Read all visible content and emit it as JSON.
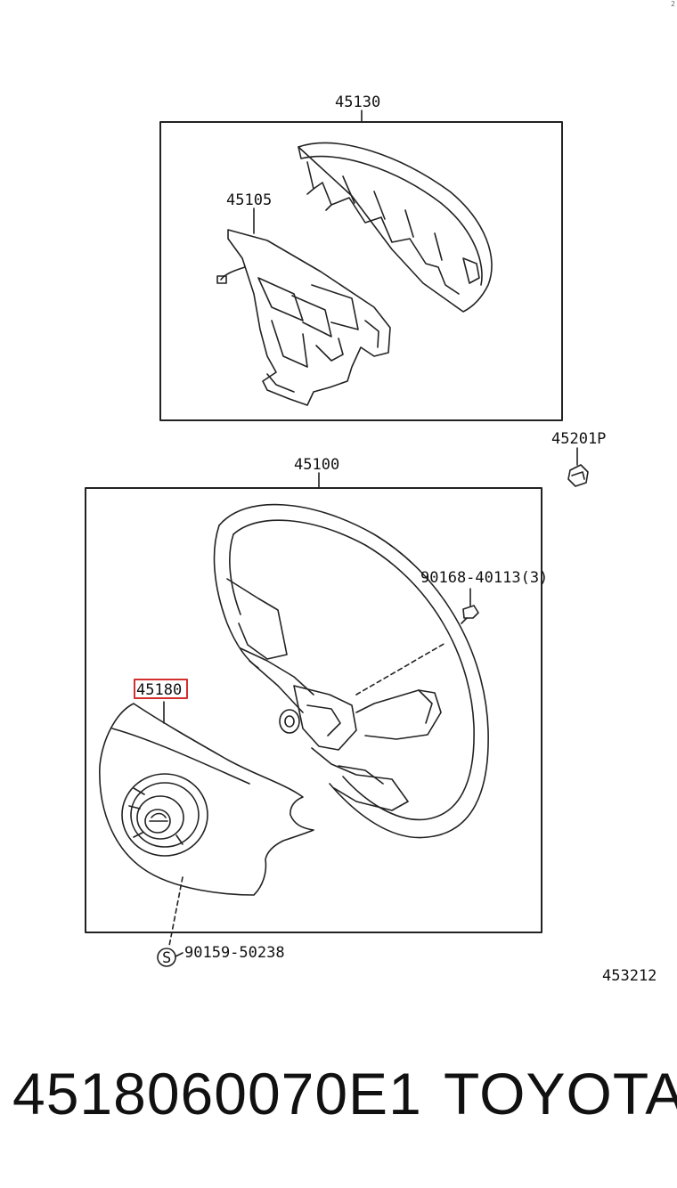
{
  "diagram": {
    "labels": {
      "top_box_part": "45130",
      "pad_part": "45105",
      "nut_part": "45201P",
      "wheel_assembly_part": "45100",
      "bolt_part": "90168-40113(3)",
      "highlighted_part": "45180",
      "screw_part": "90159-50238",
      "screw_symbol": "S",
      "figure_number": "453212"
    },
    "highlight_color": "#d32f2f"
  },
  "caption": {
    "part_number": "4518060070E1",
    "brand": "TOYOTA"
  },
  "corner_mark": "2"
}
